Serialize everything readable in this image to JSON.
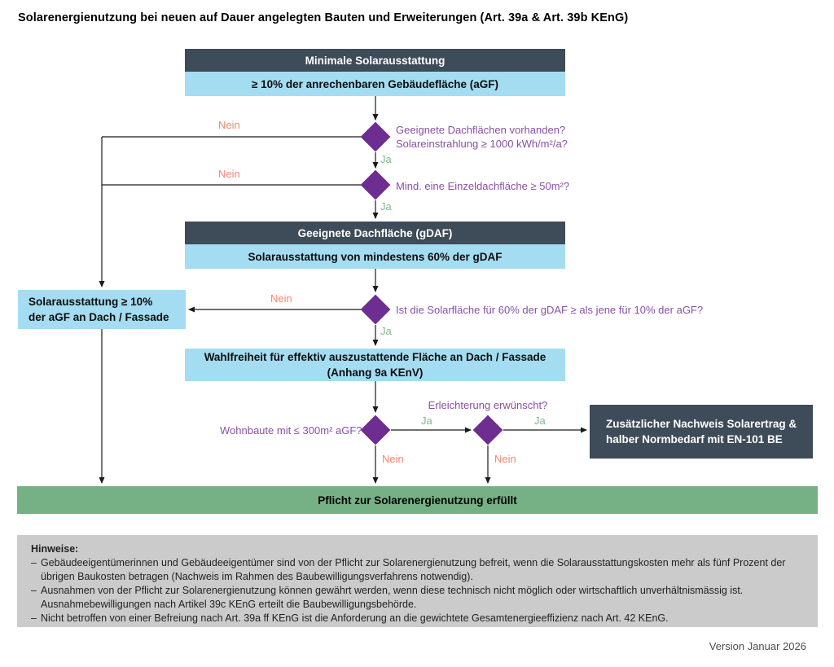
{
  "title": "Solarenergienutzung bei neuen auf Dauer angelegten Bauten und Erweiterungen (Art. 39a & Art. 39b KEnG)",
  "colors": {
    "header_dark": "#3e4b58",
    "light_blue": "#a4dcf1",
    "diamond_purple": "#6e2d91",
    "question_purple": "#8950a7",
    "ja_green": "#7eba8d",
    "nein_red": "#f5876f",
    "final_green": "#76b185",
    "notes_gray": "#cbcbcb"
  },
  "flow": {
    "box1": {
      "header": "Minimale Solarausstattung",
      "body": "≥ 10% der anrechenbaren Gebäudefläche (aGF)"
    },
    "decision1": {
      "line1": "Geeignete Dachflächen vorhanden?",
      "line2": "Solareinstrahlung ≥ 1000 kWh/m²/a?"
    },
    "decision2": {
      "label": "Mind. eine Einzeldachfläche ≥ 50m²?"
    },
    "box2": {
      "header": "Geeignete Dachfläche (gDAF)",
      "body": "Solarausstattung von mindestens 60% der gDAF"
    },
    "decision3": {
      "label": "Ist die Solarfläche für 60% der gDAF ≥ als jene für 10% der aGF?"
    },
    "side_box": {
      "line1": "Solarausstattung ≥ 10%",
      "line2": "der aGF an Dach / Fassade"
    },
    "box3": {
      "line1": "Wahlfreiheit für effektiv auszustattende Fläche an Dach / Fassade",
      "line2": "(Anhang 9a KEnV)"
    },
    "decision4": {
      "label": "Wohnbaute mit ≤ 300m² aGF?"
    },
    "decision5": {
      "label": "Erleichterung erwünscht?"
    },
    "result_box": {
      "line1": "Zusätzlicher Nachweis Solarertrag &",
      "line2": "halber Normbedarf mit EN-101 BE"
    },
    "final_box": {
      "label": "Pflicht zur Solarenergienutzung erfüllt"
    },
    "labels": {
      "ja": "Ja",
      "nein": "Nein"
    }
  },
  "notes": {
    "heading": "Hinweise:",
    "dash": "–",
    "items": [
      "Gebäudeeigentümerinnen und Gebäudeeigentümer sind von der Pflicht zur Solarenergienutzung befreit, wenn die Solarausstattungskosten mehr als fünf Prozent der übrigen Baukosten betragen (Nachweis im Rahmen des Baubewilligungsverfahrens notwendig).",
      "Ausnahmen von der Pflicht zur Solarenergienutzung können gewährt werden, wenn diese technisch nicht möglich oder wirtschaftlich unverhältnismässig ist. Ausnahmebewilligungen nach Artikel 39c KEnG erteilt die Baubewilligungsbehörde.",
      "Nicht betroffen von einer Befreiung nach Art. 39a ff KEnG ist die Anforderung an die gewichtete Gesamtenergieeffizienz nach Art. 42 KEnG."
    ]
  },
  "footer": {
    "version": "Version Januar 2026"
  }
}
